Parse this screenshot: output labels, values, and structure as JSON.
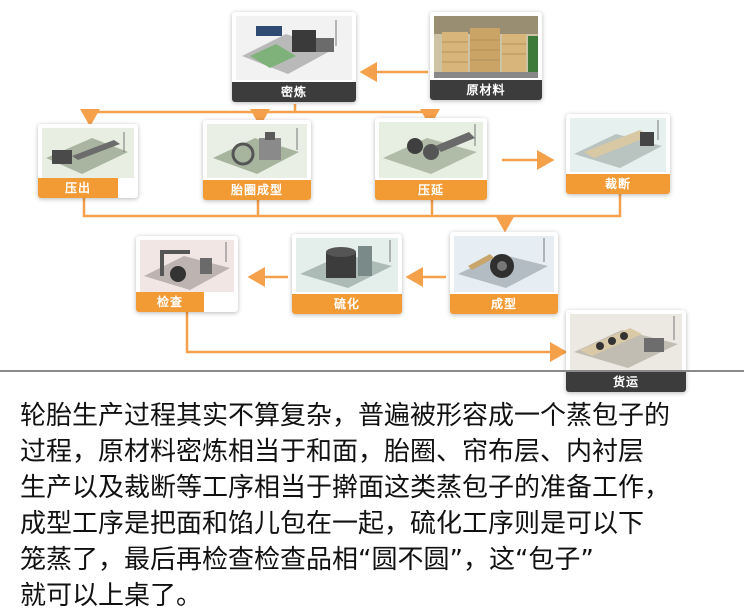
{
  "steps": {
    "raw": "原材料",
    "mixing": "密炼",
    "extrusion": "压出",
    "bead": "胎圈成型",
    "calender": "压延",
    "cutting": "裁断",
    "building": "成型",
    "curing": "硫化",
    "inspection": "检查",
    "shipping": "货运"
  },
  "description": "轮胎生产过程其实不算复杂，普遍被形容成一个蒸包子的\n过程，原材料密炼相当于和面，胎圈、帘布层、内衬层\n生产以及裁断等工序相当于擀面这类蒸包子的准备工作，\n成型工序是把面和馅儿包在一起，硫化工序则是可以下\n笼蒸了，最后再检查检查品相“圆不圆”，这“包子”\n就可以上桌了。",
  "colors": {
    "accent": "#f29a33",
    "dark_label": "#3c3c3c",
    "arrow": "#f5a04a"
  }
}
